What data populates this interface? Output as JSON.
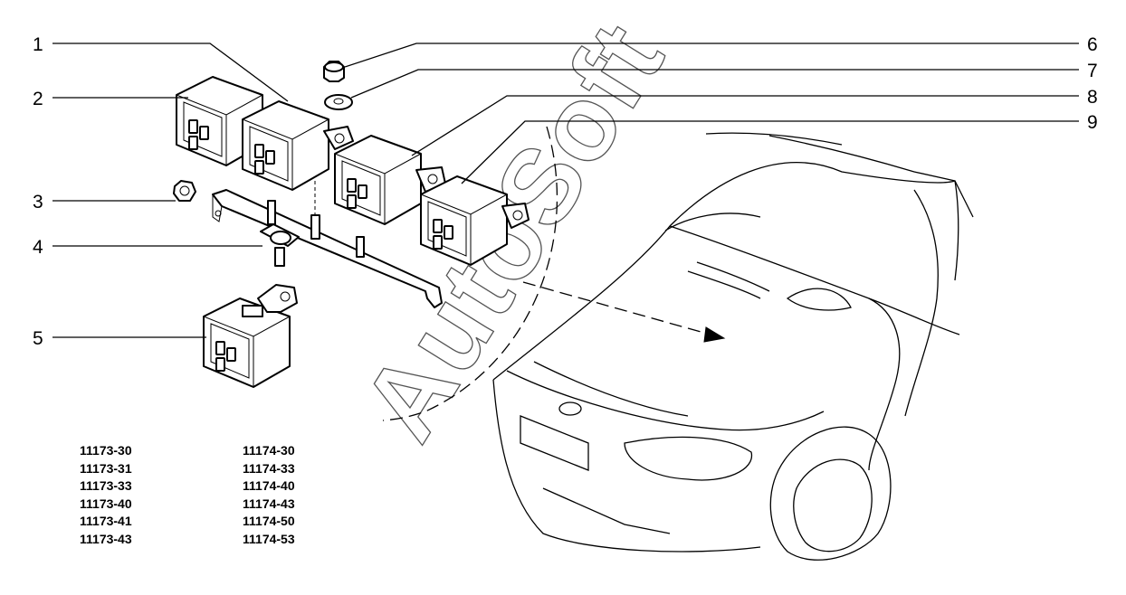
{
  "callouts": [
    "1",
    "2",
    "3",
    "4",
    "5",
    "6",
    "7",
    "8",
    "9"
  ],
  "watermark": "AutoSoft",
  "codes_left": [
    "11173-30",
    "11173-31",
    "11173-33",
    "11173-40",
    "11173-41",
    "11173-43"
  ],
  "codes_right": [
    "11174-30",
    "11174-33",
    "11174-40",
    "11174-43",
    "11174-50",
    "11174-53"
  ]
}
